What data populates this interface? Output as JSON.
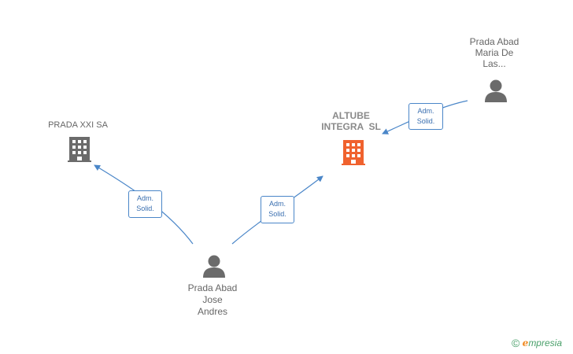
{
  "nodes": {
    "prada_xxi": {
      "label": "PRADA XXI SA",
      "type": "company"
    },
    "altube": {
      "label_line1": "ALTUBE",
      "label_line2": "INTEGRA  SL",
      "type": "company",
      "highlight_color": "#f0622e"
    },
    "maria": {
      "line1": "Prada Abad",
      "line2": "Maria De",
      "line3": "Las...",
      "type": "person"
    },
    "jose": {
      "line1": "Prada Abad",
      "line2": "Jose",
      "line3": "Andres",
      "type": "person"
    }
  },
  "edges": [
    {
      "from": "jose",
      "to": "prada_xxi",
      "line1": "Adm.",
      "line2": "Solid."
    },
    {
      "from": "jose",
      "to": "altube",
      "line1": "Adm.",
      "line2": "Solid."
    },
    {
      "from": "maria",
      "to": "altube",
      "line1": "Adm.",
      "line2": "Solid."
    }
  ],
  "colors": {
    "edge": "#4a86c8",
    "icon": "#6b6b6b",
    "focus_icon": "#f0622e"
  },
  "brand": {
    "copyright": "©",
    "e": "e",
    "rest": "mpresia"
  }
}
